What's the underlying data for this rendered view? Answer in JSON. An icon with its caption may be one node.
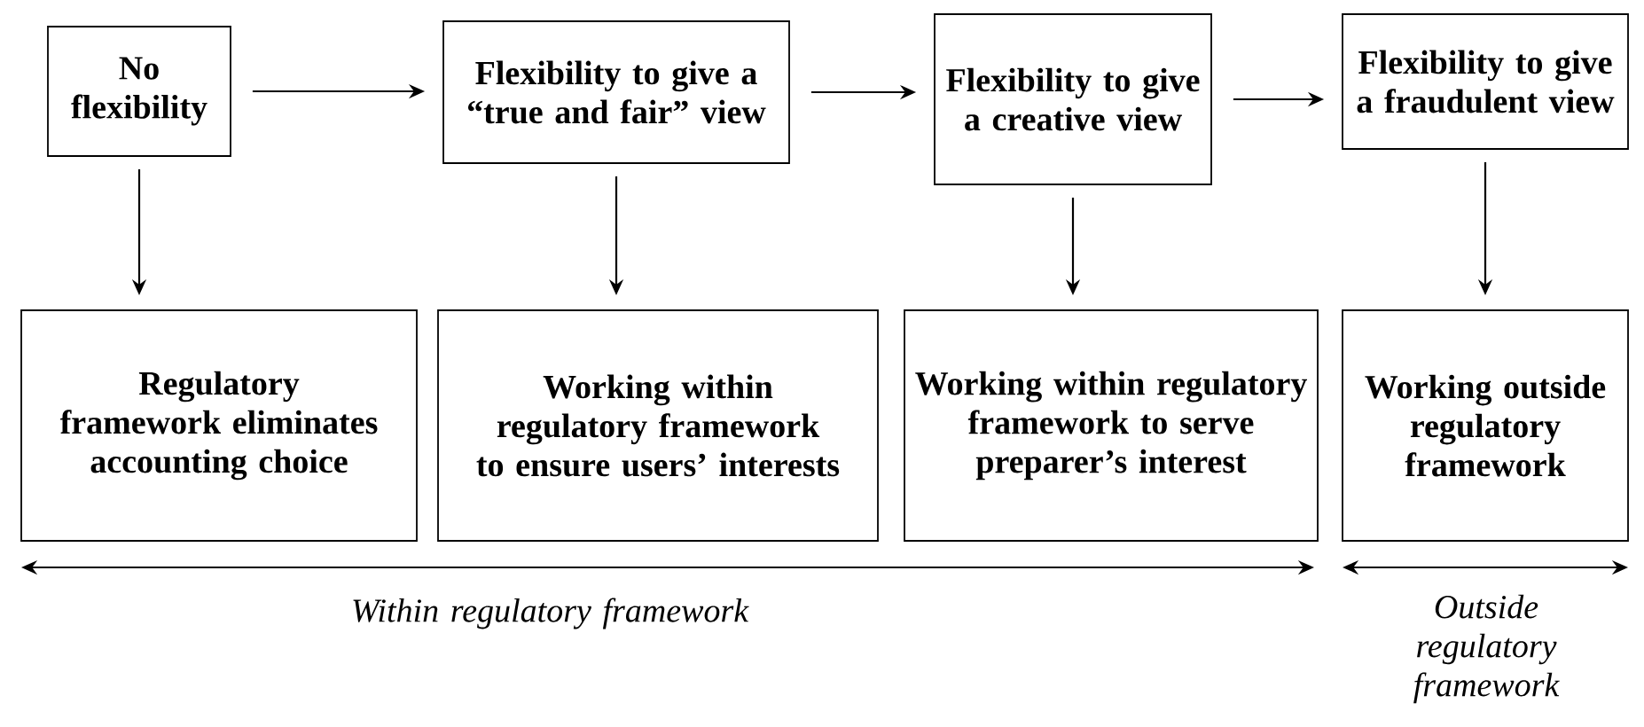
{
  "diagram": {
    "nodes": [
      {
        "text": [
          "No flexibility"
        ]
      },
      {
        "text": [
          "Flexibility to give a “true and fair” view"
        ]
      },
      {
        "text": [
          "Flexibility to give a creative view"
        ]
      },
      {
        "text": [
          "Flexibility to give a fraudulent view"
        ]
      },
      {
        "text": [
          "Regulatory framework eliminates accounting choice"
        ]
      },
      {
        "text": [
          "Working within regulatory framework to ensure users’ interests"
        ]
      },
      {
        "text": [
          "Working within regulatory framework to serve preparer’s interest"
        ]
      },
      {
        "text": [
          "Working outside regulatory framework"
        ]
      }
    ],
    "edges": [
      {
        "from": 0,
        "to": 1,
        "arrow": "to"
      },
      {
        "from": 1,
        "to": 2,
        "arrow": "to"
      },
      {
        "from": 2,
        "to": 3,
        "arrow": "to"
      },
      {
        "from": 0,
        "to": 4,
        "arrow": "to"
      },
      {
        "from": 1,
        "to": 5,
        "arrow": "to"
      },
      {
        "from": 2,
        "to": 6,
        "arrow": "to"
      },
      {
        "from": 3,
        "to": 7,
        "arrow": "to"
      }
    ],
    "labels": [
      "Within regulatory framework",
      "Outside regulatory framework"
    ]
  }
}
